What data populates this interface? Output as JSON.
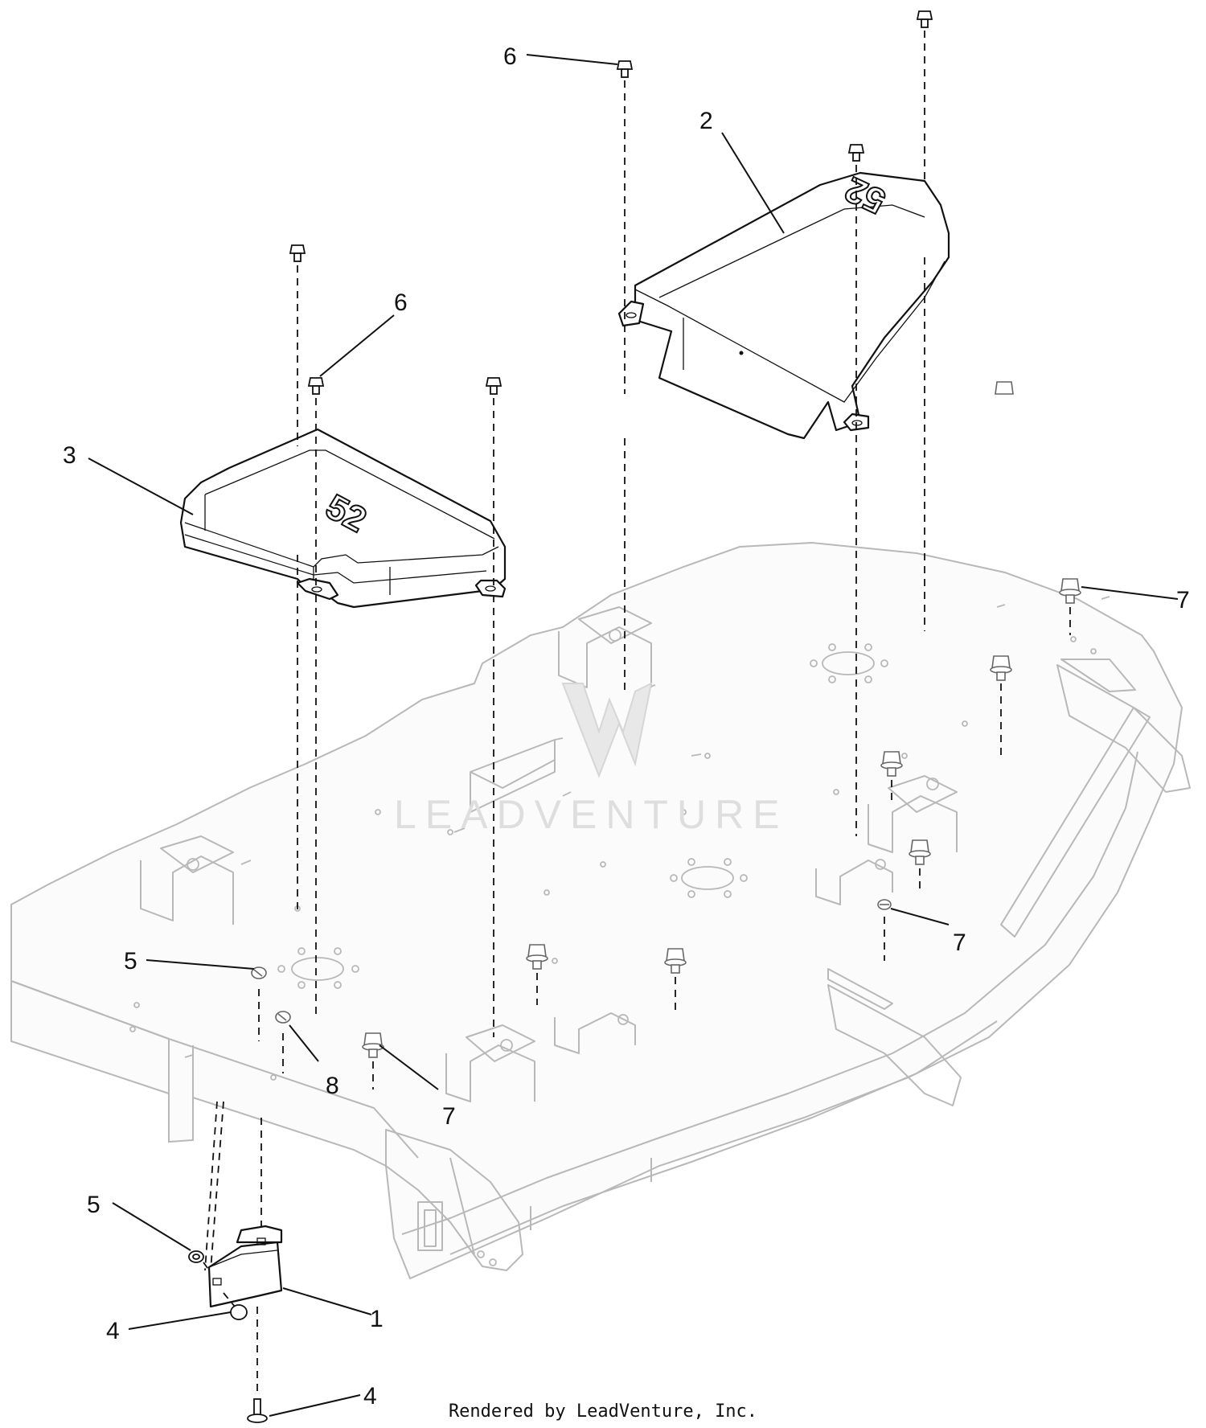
{
  "callouts": [
    {
      "id": "c6a",
      "number": "6"
    },
    {
      "id": "c2",
      "number": "2"
    },
    {
      "id": "c6b",
      "number": "6"
    },
    {
      "id": "c3",
      "number": "3"
    },
    {
      "id": "c7a",
      "number": "7"
    },
    {
      "id": "c7b",
      "number": "7"
    },
    {
      "id": "c5a",
      "number": "5"
    },
    {
      "id": "c8",
      "number": "8"
    },
    {
      "id": "c7c",
      "number": "7"
    },
    {
      "id": "c5b",
      "number": "5"
    },
    {
      "id": "c1",
      "number": "1"
    },
    {
      "id": "c4a",
      "number": "4"
    },
    {
      "id": "c4b",
      "number": "4"
    }
  ],
  "covers": {
    "left_cover_label": "52",
    "right_cover_label": "52"
  },
  "watermark": "LEADVENTURE",
  "footer": "Rendered by LeadVenture, Inc."
}
